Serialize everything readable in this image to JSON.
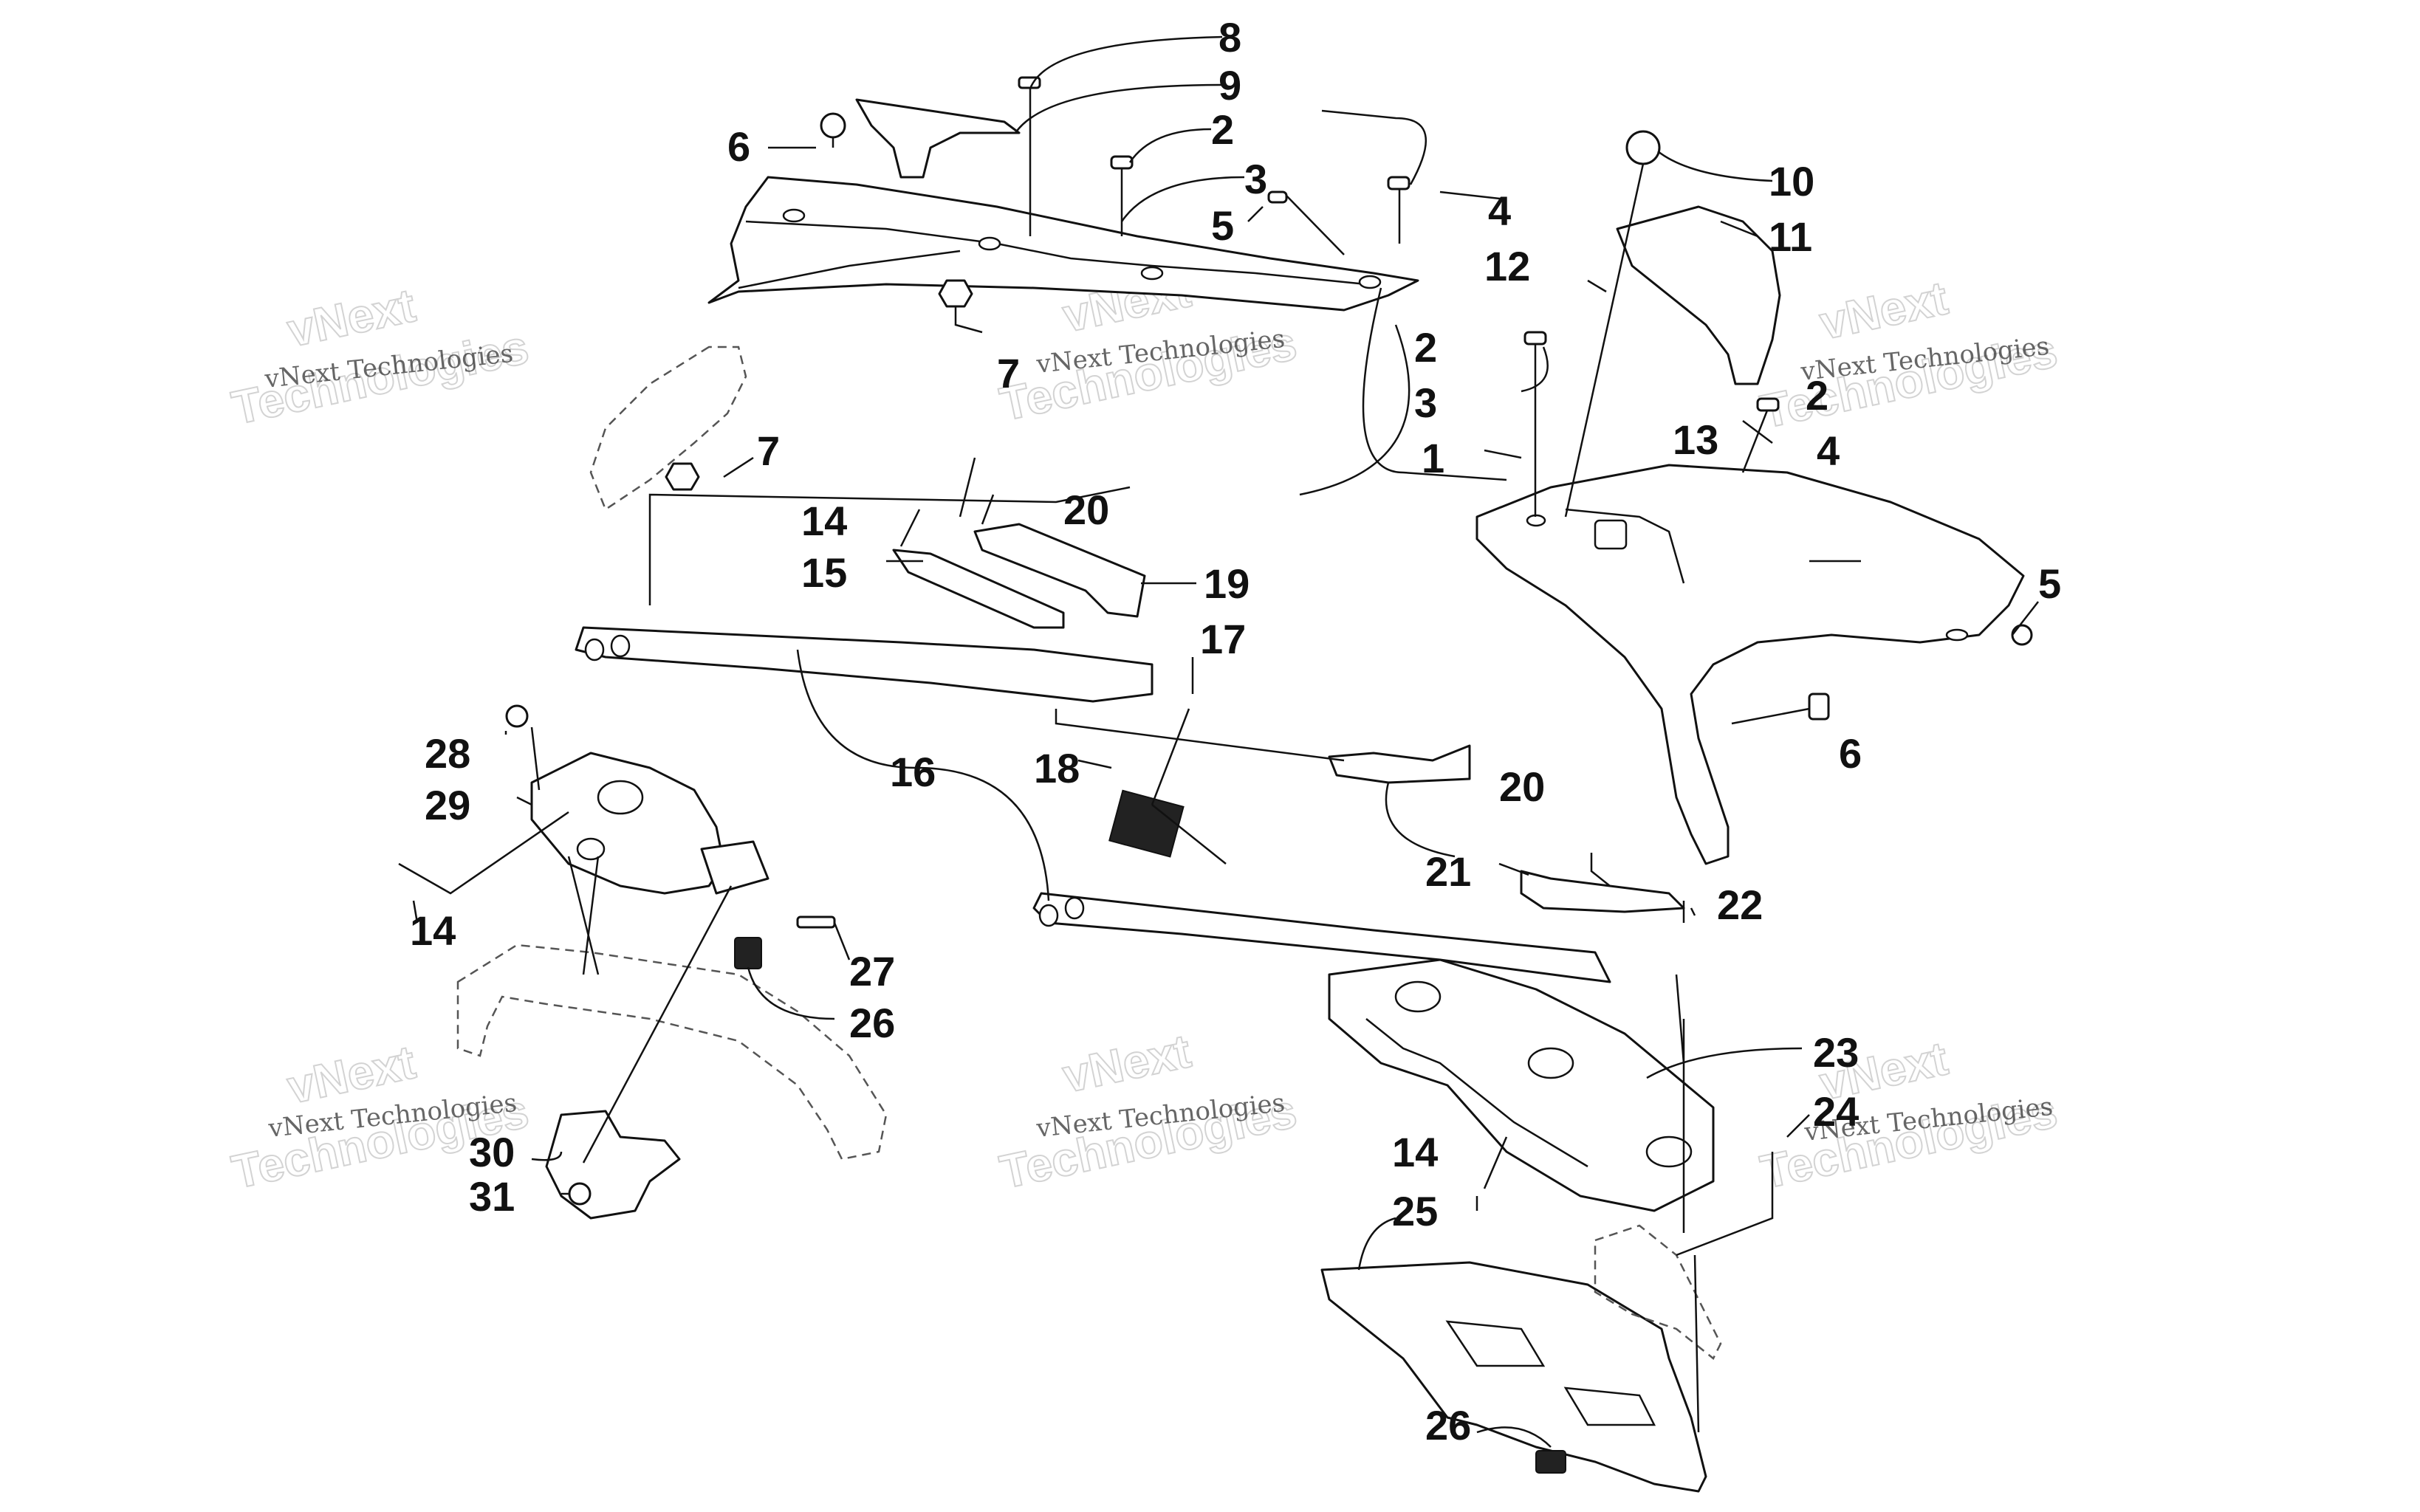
{
  "watermark": {
    "line1": "vNext Technologies",
    "line2a": "vNext",
    "line2b": "Technologies"
  },
  "callouts": [
    {
      "id": "c8",
      "text": "8"
    },
    {
      "id": "c9",
      "text": "9"
    },
    {
      "id": "c6a",
      "text": "6"
    },
    {
      "id": "c2a",
      "text": "2"
    },
    {
      "id": "c3a",
      "text": "3"
    },
    {
      "id": "c5a",
      "text": "5"
    },
    {
      "id": "c4a",
      "text": "4"
    },
    {
      "id": "c10",
      "text": "10"
    },
    {
      "id": "c11",
      "text": "11"
    },
    {
      "id": "c12",
      "text": "12"
    },
    {
      "id": "c7a",
      "text": "7"
    },
    {
      "id": "c2b",
      "text": "2"
    },
    {
      "id": "c3b",
      "text": "3"
    },
    {
      "id": "c2c",
      "text": "2"
    },
    {
      "id": "c13",
      "text": "13"
    },
    {
      "id": "c4b",
      "text": "4"
    },
    {
      "id": "c7b",
      "text": "7"
    },
    {
      "id": "c1",
      "text": "1"
    },
    {
      "id": "c14a",
      "text": "14"
    },
    {
      "id": "c20a",
      "text": "20"
    },
    {
      "id": "c15",
      "text": "15"
    },
    {
      "id": "c19",
      "text": "19"
    },
    {
      "id": "c5b",
      "text": "5"
    },
    {
      "id": "c17",
      "text": "17"
    },
    {
      "id": "c6b",
      "text": "6"
    },
    {
      "id": "c28",
      "text": "28"
    },
    {
      "id": "c16",
      "text": "16"
    },
    {
      "id": "c18",
      "text": "18"
    },
    {
      "id": "c29",
      "text": "29"
    },
    {
      "id": "c20b",
      "text": "20"
    },
    {
      "id": "c21",
      "text": "21"
    },
    {
      "id": "c22",
      "text": "22"
    },
    {
      "id": "c14b",
      "text": "14"
    },
    {
      "id": "c27",
      "text": "27"
    },
    {
      "id": "c26a",
      "text": "26"
    },
    {
      "id": "c23",
      "text": "23"
    },
    {
      "id": "c24",
      "text": "24"
    },
    {
      "id": "c30",
      "text": "30"
    },
    {
      "id": "c14c",
      "text": "14"
    },
    {
      "id": "c31",
      "text": "31"
    },
    {
      "id": "c25",
      "text": "25"
    },
    {
      "id": "c26b",
      "text": "26"
    }
  ]
}
